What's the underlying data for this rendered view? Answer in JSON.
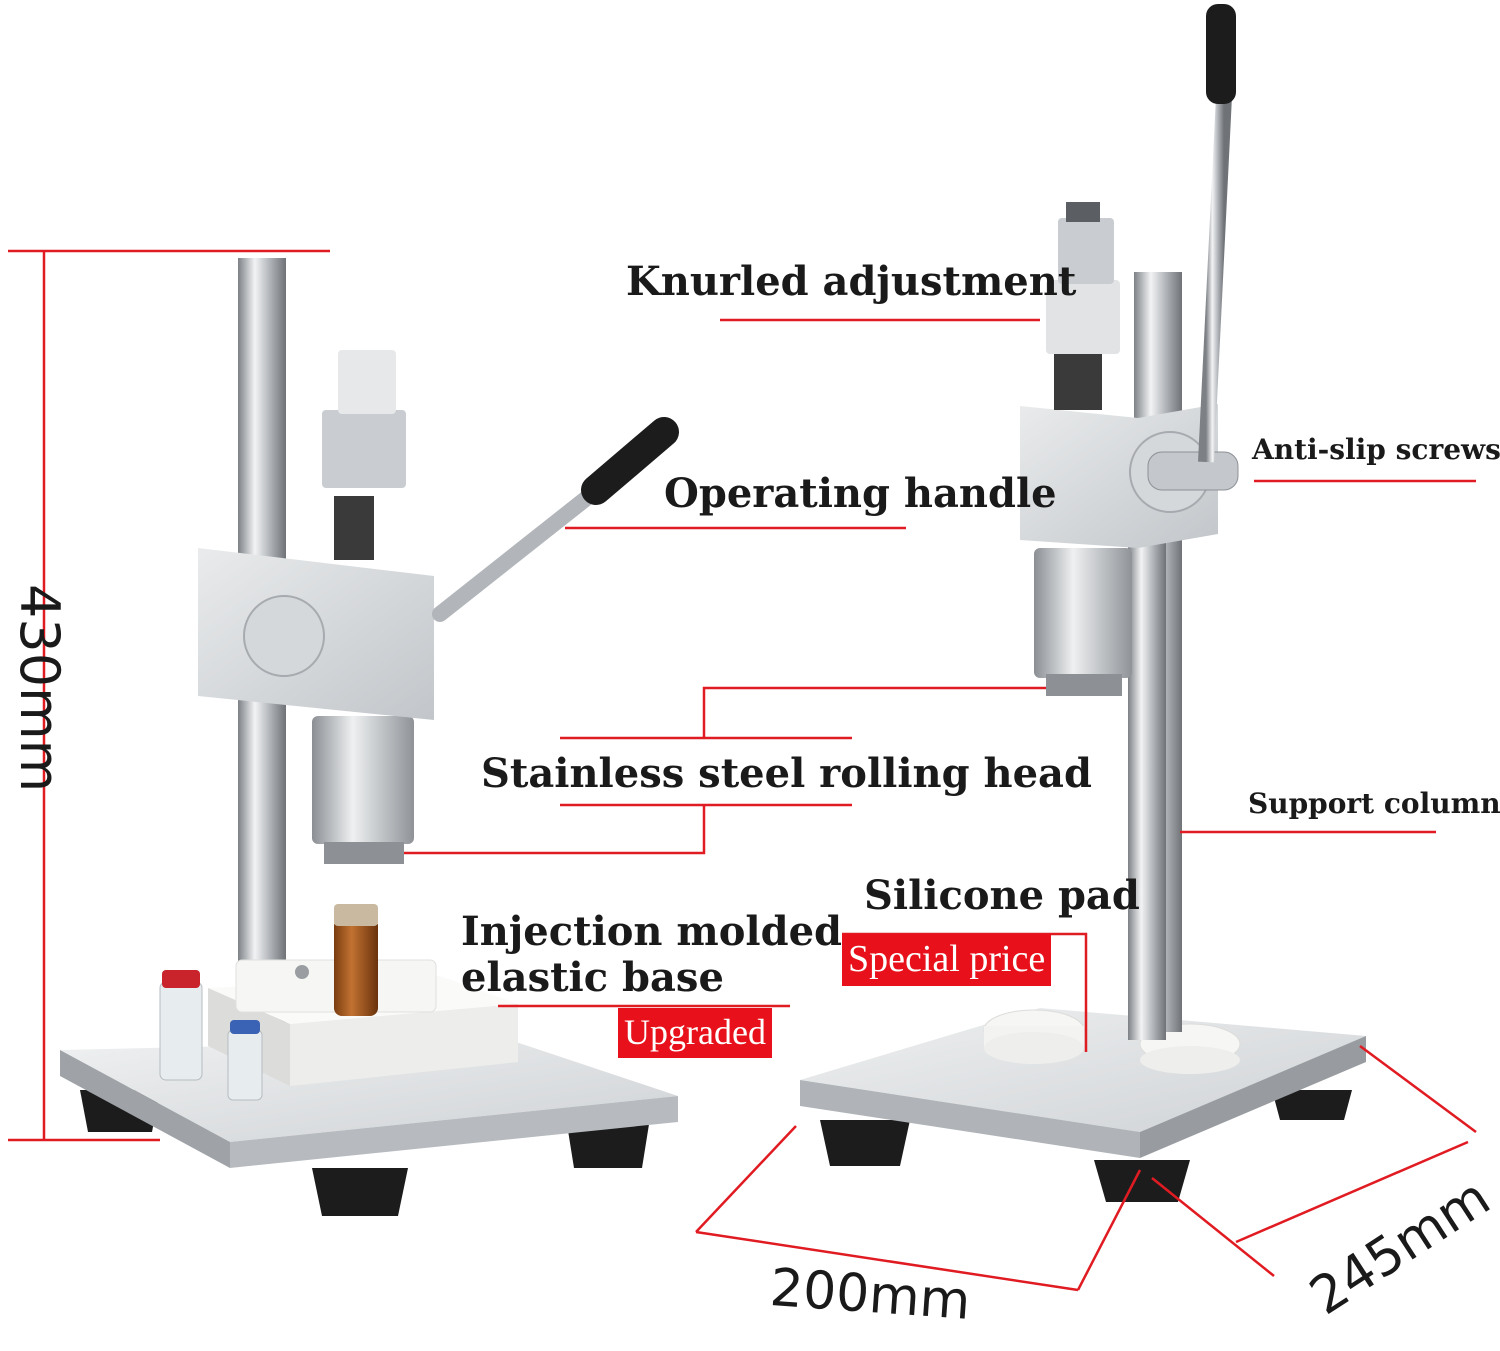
{
  "labels": {
    "knurled": "Knurled adjustment",
    "handle": "Operating handle",
    "antislip": "Anti-slip screws",
    "rolling_head": "Stainless steel rolling head",
    "support": "Support column",
    "silicone": "Silicone pad",
    "base_line1": "Injection molded",
    "base_line2": "elastic base"
  },
  "tags": {
    "special": "Special price",
    "upgraded": "Upgraded"
  },
  "dimensions": {
    "height": "430mm",
    "width": "200mm",
    "depth": "245mm"
  },
  "colors": {
    "callout_line": "#e01b22",
    "tag_bg": "#e8111b",
    "metal_light": "#e4e6e8",
    "metal_mid": "#b9bdc1",
    "metal_dark": "#7d8186",
    "rubber": "#1c1c1c",
    "nylon": "#f4f4f2"
  }
}
